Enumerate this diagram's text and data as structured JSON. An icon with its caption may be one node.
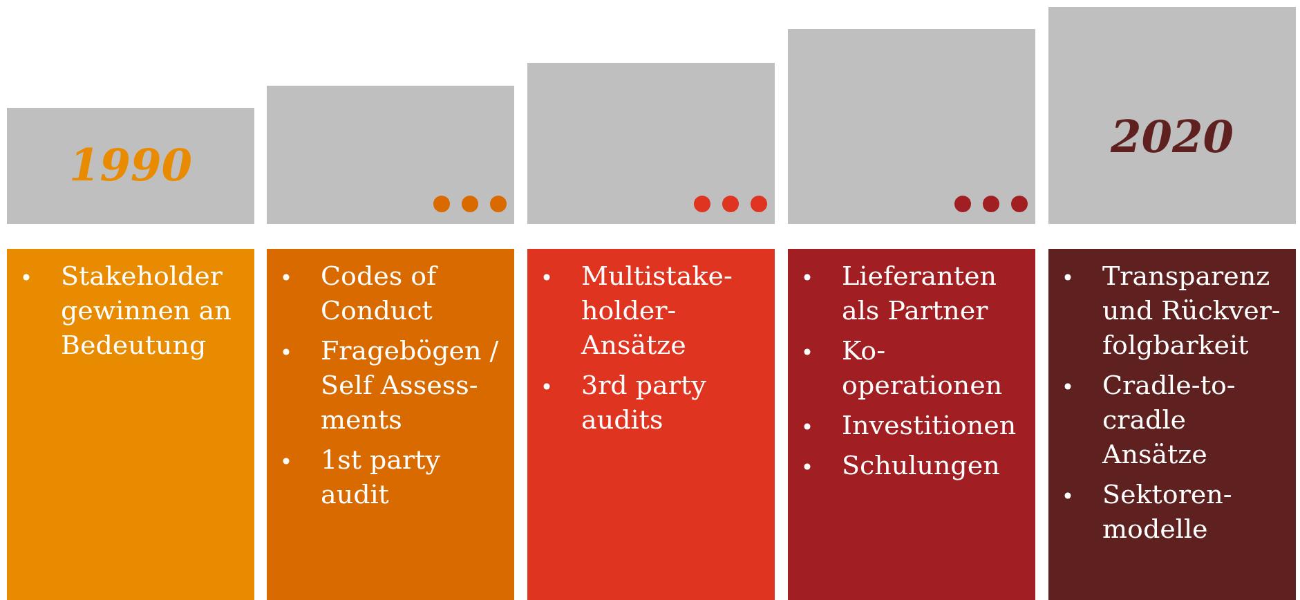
{
  "diagram": {
    "nodes": [
      {
        "text": [
          "1990"
        ]
      },
      {
        "text": [],
        "shape": "box"
      },
      {
        "text": [],
        "shape": "box"
      },
      {
        "text": [],
        "shape": "box"
      },
      {
        "text": [
          "2020"
        ]
      },
      {
        "text": [
          "Stakeholder gewinnen an Bedeutung"
        ]
      },
      {
        "text": [
          "Codes of Conduct",
          "Fragebögen / Self Assess-ments",
          "1st party audit"
        ]
      },
      {
        "text": [
          "Multistake-holder-Ansätze",
          "3rd party audits"
        ]
      },
      {
        "text": [
          "Lieferanten als Partner",
          "Ko-operationen",
          "Investitionen",
          "Schulungen"
        ]
      },
      {
        "text": [
          "Transparenz und Rückver-folgbarkeit",
          "Cradle-to-cradle Ansätze",
          "Sektoren-modelle"
        ]
      }
    ]
  }
}
